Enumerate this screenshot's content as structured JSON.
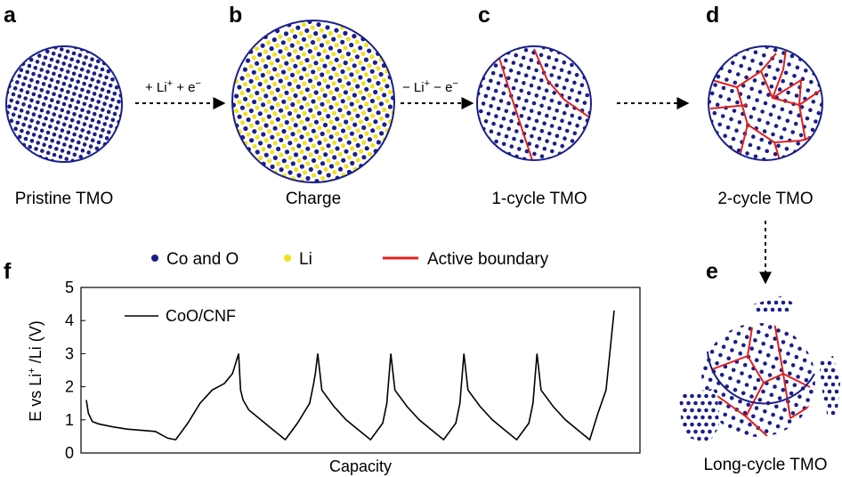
{
  "panels": {
    "a": {
      "letter": "a",
      "caption": "Pristine TMO"
    },
    "b": {
      "letter": "b",
      "caption": "Charge"
    },
    "c": {
      "letter": "c",
      "caption": "1-cycle TMO"
    },
    "d": {
      "letter": "d",
      "caption": "2-cycle TMO"
    },
    "e": {
      "letter": "e",
      "caption": "Long-cycle TMO"
    },
    "f": {
      "letter": "f"
    }
  },
  "arrows": {
    "lithiation": {
      "pre": "+ Li",
      "sup1": "+",
      "mid": " + e",
      "sup2": "−"
    },
    "delithiation": {
      "pre": "− Li",
      "sup1": "+",
      "mid": " − e",
      "sup2": "−"
    }
  },
  "legend": {
    "co_o": "Co and O",
    "li": "Li",
    "boundary": "Active boundary"
  },
  "colors": {
    "co_o": "#1a1f8a",
    "li": "#f0e020",
    "boundary": "#e0201e",
    "curve": "#000000"
  },
  "chart_data": {
    "type": "line",
    "xlabel": "Capacity",
    "ylabel_parts": {
      "a": "E vs Li",
      "sup": "+",
      "b": " /Li (V)"
    },
    "ylim": [
      0,
      5
    ],
    "yticks": [
      "0",
      "1",
      "2",
      "3",
      "4",
      "5"
    ],
    "xlim": [
      0,
      100
    ],
    "series": [
      {
        "name": "CoO/CNF",
        "x": [
          0,
          0.5,
          1.5,
          3,
          6,
          10,
          14,
          17,
          20,
          22,
          25,
          28,
          31,
          34,
          36,
          37.5,
          38,
          38.6,
          40,
          43,
          46,
          49,
          52,
          55,
          56,
          56.4,
          57,
          58,
          61,
          64,
          67,
          70,
          73,
          74,
          74.4,
          75,
          76,
          79,
          82,
          85,
          88,
          91,
          92,
          92.4,
          93,
          94,
          97,
          100,
          103,
          106,
          109,
          110,
          110.4,
          111,
          112,
          115,
          118,
          121,
          124,
          126,
          128,
          130
        ],
        "y": [
          1.6,
          1.2,
          0.95,
          0.88,
          0.8,
          0.72,
          0.68,
          0.65,
          0.45,
          0.4,
          0.9,
          1.5,
          1.9,
          2.1,
          2.4,
          3.0,
          1.9,
          1.6,
          1.3,
          1.0,
          0.7,
          0.4,
          0.9,
          1.5,
          2.1,
          2.4,
          3.0,
          1.9,
          1.4,
          1.0,
          0.7,
          0.4,
          0.9,
          1.5,
          2.1,
          3.0,
          1.9,
          1.4,
          1.0,
          0.7,
          0.4,
          0.9,
          1.5,
          2.1,
          3.0,
          1.9,
          1.4,
          1.0,
          0.7,
          0.4,
          0.9,
          1.5,
          2.1,
          3.0,
          1.9,
          1.4,
          1.0,
          0.7,
          0.4,
          1.2,
          1.9,
          4.3
        ]
      }
    ],
    "legend": "top-left",
    "grid": false
  }
}
